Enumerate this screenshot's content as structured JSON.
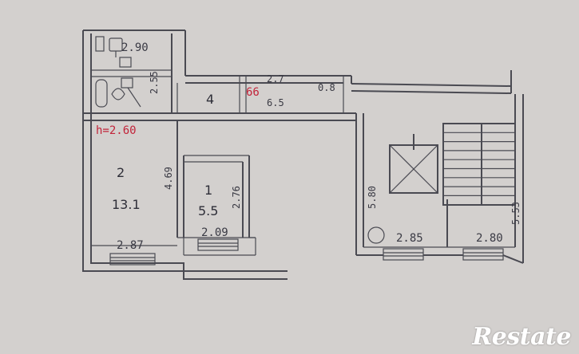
{
  "plan": {
    "ceiling_height": "h=2.60",
    "bath": {
      "width": "2.90",
      "length": "2.55"
    },
    "corridor": {
      "room_number": "4",
      "door_width": "66",
      "top_dim": "2.7",
      "bottom_dim": "6.5",
      "right_dim": "0.8"
    },
    "living_room": {
      "room_number": "2",
      "area": "13.1",
      "width": "2.87",
      "length": "4.69"
    },
    "kitchen": {
      "room_number": "1",
      "area": "5.5",
      "width": "2.09",
      "length": "2.76"
    },
    "stairwell": {
      "length": "5.80",
      "left_width": "2.85",
      "right_width": "2.80",
      "side_dim": "5.53"
    }
  },
  "watermark": "Restate"
}
